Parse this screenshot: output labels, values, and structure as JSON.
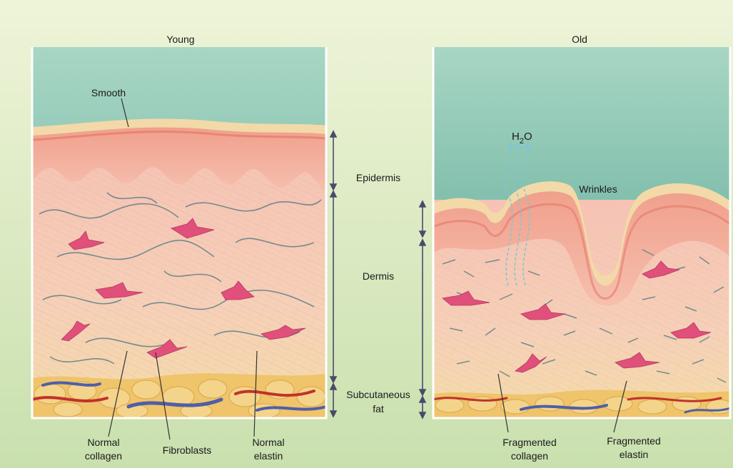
{
  "panels": {
    "young": {
      "title": "Young"
    },
    "old": {
      "title": "Old"
    }
  },
  "layers": {
    "epidermis": "Epidermis",
    "dermis": "Dermis",
    "subcutaneous_line1": "Subcutaneous",
    "subcutaneous_line2": "fat"
  },
  "annotations": {
    "smooth": "Smooth",
    "wrinkles": "Wrinkles",
    "h2o_h": "H",
    "h2o_sub": "2",
    "h2o_o": "O",
    "normal_collagen_line1": "Normal",
    "normal_collagen_line2": "collagen",
    "fibroblasts": "Fibroblasts",
    "normal_elastin_line1": "Normal",
    "normal_elastin_line2": "elastin",
    "fragmented_collagen_line1": "Fragmented",
    "fragmented_collagen_line2": "collagen",
    "fragmented_elastin_line1": "Fragmented",
    "fragmented_elastin_line2": "elastin"
  },
  "colors": {
    "background_top": "#eef4d8",
    "background_bottom": "#cfe3b4",
    "sky_top": "#9fd1c2",
    "sky_bottom": "#6fb5a2",
    "stratum_corneum": "#f3d9a8",
    "epidermis": "#ec9e8c",
    "dermis_top": "#f6c9bb",
    "dermis_bottom": "#f3d7a6",
    "fat": "#efc66a",
    "vessel_red": "#c0322c",
    "vessel_blue": "#4f5ea8",
    "fibroblast": "#e0507a",
    "elastin": "#5f7f86",
    "arrow": "#4a4a6a"
  }
}
